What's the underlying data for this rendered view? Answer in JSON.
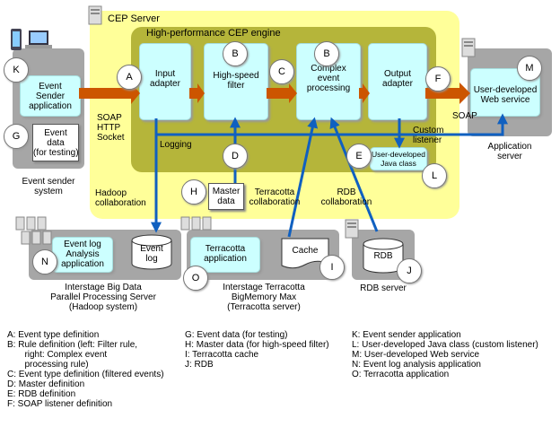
{
  "cep_server": {
    "title": "CEP Server",
    "engine_title": "High-performance CEP engine"
  },
  "components": {
    "input_adapter": "Input\nadapter",
    "high_speed_filter": "High-speed\nfilter",
    "complex_event_processing": "Complex\nevent\nprocessing",
    "output_adapter": "Output\nadapter",
    "event_sender_app": "Event\nSender\napplication",
    "event_data_testing": "Event\ndata\n(for testing)",
    "user_web_service": "User-developed\nWeb service",
    "java_class": "User-developed\nJava class",
    "master_data": "Master\ndata",
    "event_log_app": "Event log\nAnalysis\napplication",
    "event_log": "Event\nlog",
    "terracotta_app": "Terracotta\napplication",
    "cache": "Cache",
    "rdb": "RDB"
  },
  "labels": {
    "soap_http_socket": "SOAP\nHTTP\nSocket",
    "logging": "Logging",
    "soap": "SOAP",
    "custom_listener": "Custom\nlistener",
    "hadoop_collab": "Hadoop\ncollaboration",
    "terracotta_collab": "Terracotta\ncollaboration",
    "rdb_collab": "RDB\ncollaboration",
    "event_sender_system": "Event sender\nsystem",
    "application_server": "Application\nserver",
    "big_data_server": "Interstage Big Data\nParallel Processing Server\n(Hadoop system)",
    "terracotta_server": "Interstage Terracotta\nBigMemory Max\n(Terracotta server)",
    "rdb_server": "RDB server"
  },
  "markers": {
    "A": "A",
    "B1": "B",
    "B2": "B",
    "C": "C",
    "D": "D",
    "E": "E",
    "F": "F",
    "G": "G",
    "H": "H",
    "I": "I",
    "J": "J",
    "K": "K",
    "L": "L",
    "M": "M",
    "N": "N",
    "O": "O"
  },
  "legend": {
    "col1": "A: Event type definition\nB: Rule definition (left: Filter rule,\n       right: Complex event\n       processing rule)\nC: Event type definition (filtered events)\nD: Master definition\nE: RDB definition\nF: SOAP listener definition",
    "col2": "G: Event data (for testing)\nH: Master data (for high-speed filter)\nI: Terracotta cache\nJ: RDB",
    "col3": "K: Event sender application\nL: User-developed Java class (custom listener)\nM: User-developed Web service\nN: Event log analysis application\nO: Terracotta application"
  },
  "colors": {
    "cep_bg": "#ffff99",
    "engine_bg": "#b5b53a",
    "component": "#ccffff",
    "arrow_orange": "#cc5500",
    "arrow_blue": "#1060c0",
    "system_gray": "#a6a6a6"
  }
}
